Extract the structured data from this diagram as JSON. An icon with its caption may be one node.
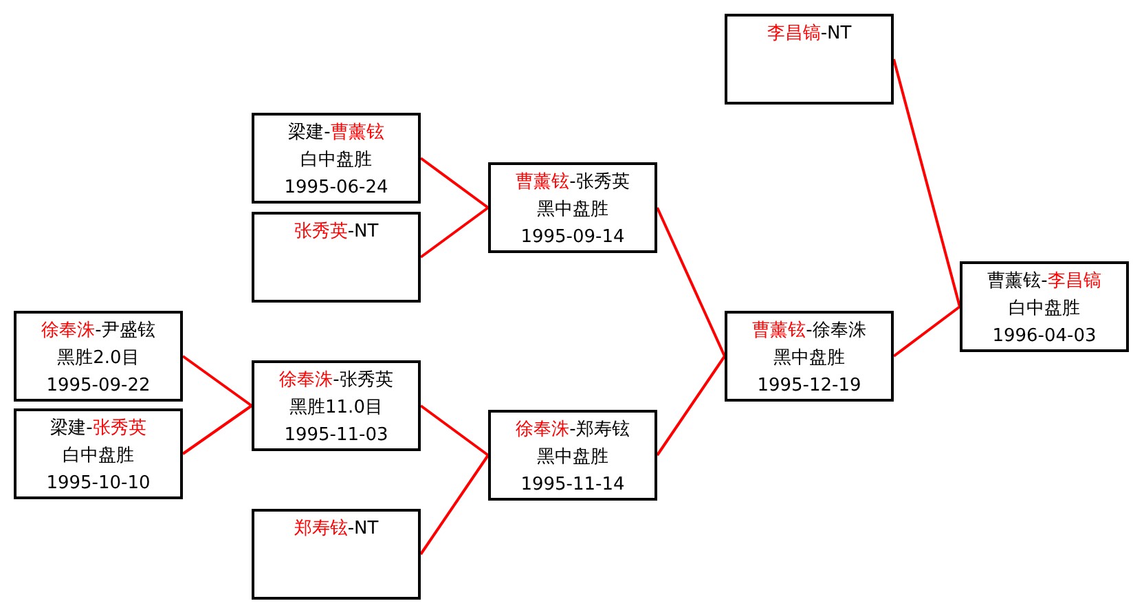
{
  "diagram": {
    "nodes": [
      {
        "text": [
          "梁建-曹薰铉",
          "白中盘胜",
          "1995-06-24"
        ]
      },
      {
        "text": [
          "张秀英-NT"
        ]
      },
      {
        "text": [
          "徐奉洙-尹盛铉",
          "黑胜2.0目",
          "1995-09-22"
        ]
      },
      {
        "text": [
          "梁建-张秀英",
          "白中盘胜",
          "1995-10-10"
        ]
      },
      {
        "text": [
          "徐奉洙-张秀英",
          "黑胜11.0目",
          "1995-11-03"
        ]
      },
      {
        "text": [
          "郑寿铉-NT"
        ]
      },
      {
        "text": [
          "曹薰铉-张秀英",
          "黑中盘胜",
          "1995-09-14"
        ]
      },
      {
        "text": [
          "徐奉洙-郑寿铉",
          "黑中盘胜",
          "1995-11-14"
        ]
      },
      {
        "text": [
          "曹薰铉-徐奉洙",
          "黑中盘胜",
          "1995-12-19"
        ]
      },
      {
        "text": [
          "李昌镐-NT"
        ]
      },
      {
        "text": [
          "曹薰铉-李昌镐",
          "白中盘胜",
          "1996-04-03"
        ]
      }
    ],
    "edges": [
      {
        "from": 0,
        "to": 6,
        "arrow": "none"
      },
      {
        "from": 1,
        "to": 6,
        "arrow": "none"
      },
      {
        "from": 2,
        "to": 4,
        "arrow": "none"
      },
      {
        "from": 3,
        "to": 4,
        "arrow": "none"
      },
      {
        "from": 4,
        "to": 7,
        "arrow": "none"
      },
      {
        "from": 5,
        "to": 7,
        "arrow": "none"
      },
      {
        "from": 6,
        "to": 8,
        "arrow": "none"
      },
      {
        "from": 7,
        "to": 8,
        "arrow": "none"
      },
      {
        "from": 9,
        "to": 10,
        "arrow": "none"
      },
      {
        "from": 8,
        "to": 10,
        "arrow": "none"
      }
    ]
  }
}
